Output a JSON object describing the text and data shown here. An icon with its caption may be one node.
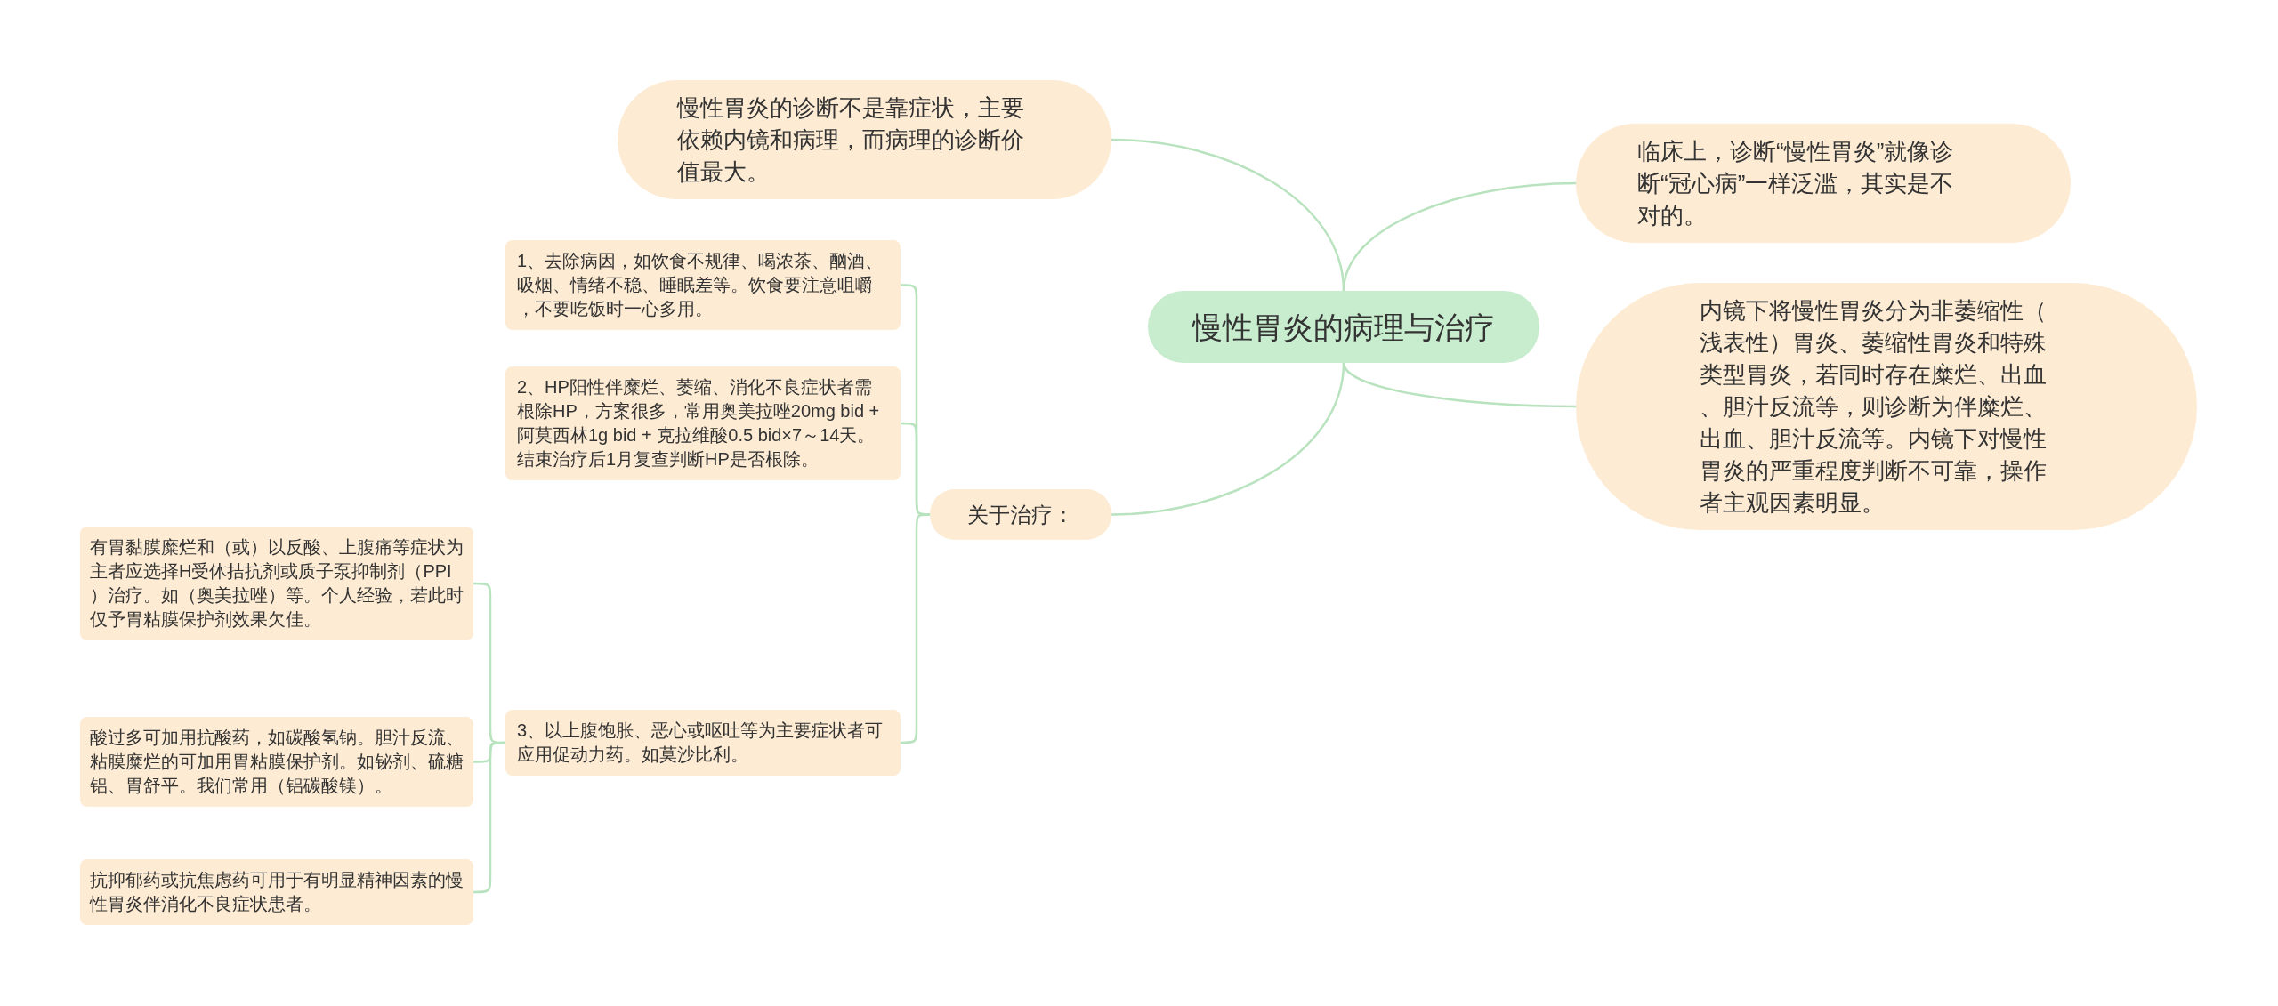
{
  "diagram": {
    "nodes": [
      {
        "text": [
          "慢性胃炎的病理与治疗"
        ]
      },
      {
        "text": [
          "慢性胃炎的诊断不是靠症状，主要依赖内镜和病理，而病理的诊断价值最大。"
        ]
      },
      {
        "text": [
          "临床上，诊断“慢性胃炎”就像诊断“冠心病”一样泛滥，其实是不对的。"
        ]
      },
      {
        "text": [
          "内镜下将慢性胃炎分为非萎缩性（浅表性）胃炎、萎缩性胃炎和特殊类型胃炎，若同时存在糜烂、出血、胆汁反流等，则诊断为伴糜烂、出血、胆汁反流等。内镜下对慢性胃炎的严重程度判断不可靠，操作者主观因素明显。"
        ]
      },
      {
        "text": [
          "关于治疗："
        ]
      },
      {
        "text": [
          "1、去除病因，如饮食不规律、喝浓茶、酗酒、吸烟、情绪不稳、睡眠差等。饮食要注意咀嚼，不要吃饭时一心多用。"
        ]
      },
      {
        "text": [
          "2、HP阳性伴糜烂、萎缩、消化不良症状者需根除HP，方案很多，常用奥美拉唑20mg bid + 阿莫西林1g bid + 克拉维酸0.5 bid×7～14天。结束治疗后1月复查判断HP是否根除。"
        ]
      },
      {
        "text": [
          "3、以上腹饱胀、恶心或呕吐等为主要症状者可应用促动力药。如莫沙比利。"
        ]
      },
      {
        "text": [
          "有胃黏膜糜烂和（或）以反酸、上腹痛等症状为主者应选择H受体拮抗剂或质子泵抑制剂（PPI）治疗。如（奥美拉唑）等。个人经验，若此时仅予胃粘膜保护剂效果欠佳。"
        ]
      },
      {
        "text": [
          "酸过多可加用抗酸药，如碳酸氢钠。胆汁反流、粘膜糜烂的可加用胃粘膜保护剂。如铋剂、硫糖铝、胃舒平。我们常用（铝碳酸镁）。"
        ]
      },
      {
        "text": [
          "抗抑郁药或抗焦虑药可用于有明显精神因素的慢性胃炎伴消化不良症状患者。"
        ]
      }
    ],
    "edges": [
      {
        "from": 0,
        "to": 1,
        "arrow": "none"
      },
      {
        "from": 0,
        "to": 2,
        "arrow": "none"
      },
      {
        "from": 0,
        "to": 3,
        "arrow": "none"
      },
      {
        "from": 0,
        "to": 4,
        "arrow": "none"
      },
      {
        "from": 4,
        "to": 5,
        "arrow": "none"
      },
      {
        "from": 4,
        "to": 6,
        "arrow": "none"
      },
      {
        "from": 4,
        "to": 7,
        "arrow": "none"
      },
      {
        "from": 7,
        "to": 8,
        "arrow": "none"
      },
      {
        "from": 7,
        "to": 9,
        "arrow": "none"
      },
      {
        "from": 7,
        "to": 10,
        "arrow": "none"
      }
    ]
  }
}
